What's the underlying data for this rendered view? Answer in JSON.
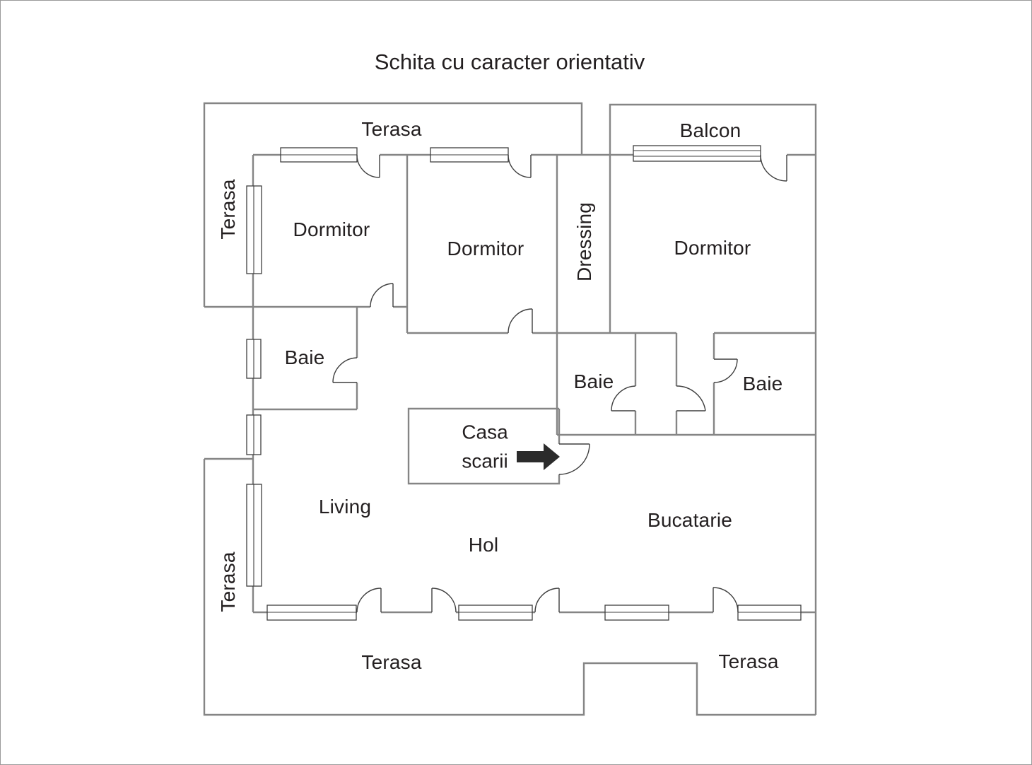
{
  "title": "Schita cu caracter orientativ",
  "labels": {
    "terasa_top": "Terasa",
    "balcon": "Balcon",
    "terasa_left": "Terasa",
    "dormitor_left": "Dormitor",
    "dormitor_mid": "Dormitor",
    "dressing": "Dressing",
    "dormitor_right": "Dormitor",
    "baie_left": "Baie",
    "baie_mid": "Baie",
    "baie_right": "Baie",
    "casa_scarii_line1": "Casa",
    "casa_scarii_line2": "scarii",
    "living": "Living",
    "hol": "Hol",
    "bucatarie": "Bucatarie",
    "terasa_bottom_left": "Terasa",
    "terasa_bottom_right": "Terasa"
  },
  "icons": {
    "entrance_arrow": "right-arrow"
  },
  "colors": {
    "wall": "#858585",
    "line": "#3f3f3f",
    "text": "#231f20",
    "arrow": "#2b2b2b"
  }
}
